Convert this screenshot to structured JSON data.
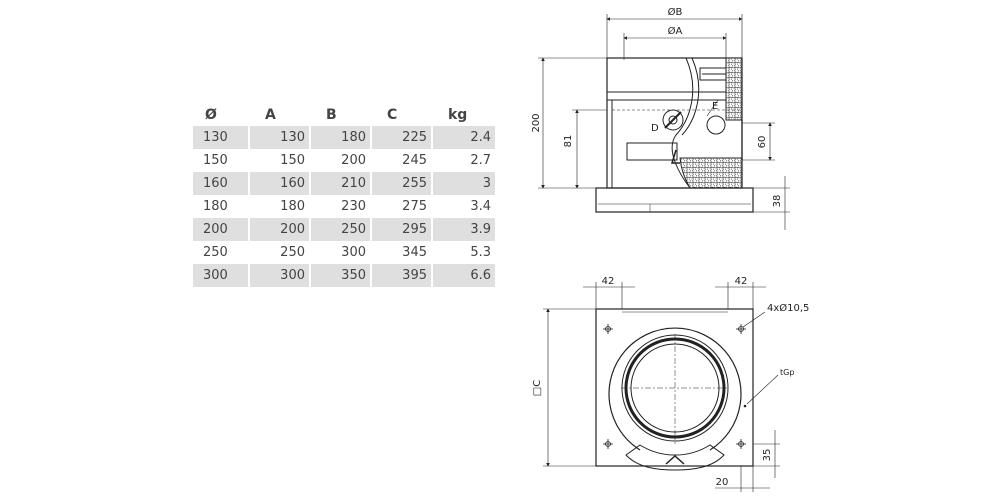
{
  "table": {
    "headers": [
      "Ø",
      "A",
      "B",
      "C",
      "kg"
    ],
    "rows": [
      [
        "130",
        "130",
        "180",
        "225",
        "2.4"
      ],
      [
        "150",
        "150",
        "200",
        "245",
        "2.7"
      ],
      [
        "160",
        "160",
        "210",
        "255",
        "3"
      ],
      [
        "180",
        "180",
        "230",
        "275",
        "3.4"
      ],
      [
        "200",
        "200",
        "250",
        "295",
        "3.9"
      ],
      [
        "250",
        "250",
        "300",
        "345",
        "5.3"
      ],
      [
        "300",
        "300",
        "350",
        "395",
        "6.6"
      ]
    ]
  },
  "side_view": {
    "dim_b": "ØB",
    "dim_a": "ØA",
    "height_total": "200",
    "height_81": "81",
    "height_60": "60",
    "height_38": "38",
    "label_d": "D",
    "label_e": "E"
  },
  "top_view": {
    "dim_42_left": "42",
    "dim_42_right": "42",
    "holes": "4xØ10,5",
    "plate_thickness": "tGp",
    "square_c": "□C",
    "dim_35": "35",
    "dim_20": "20"
  }
}
